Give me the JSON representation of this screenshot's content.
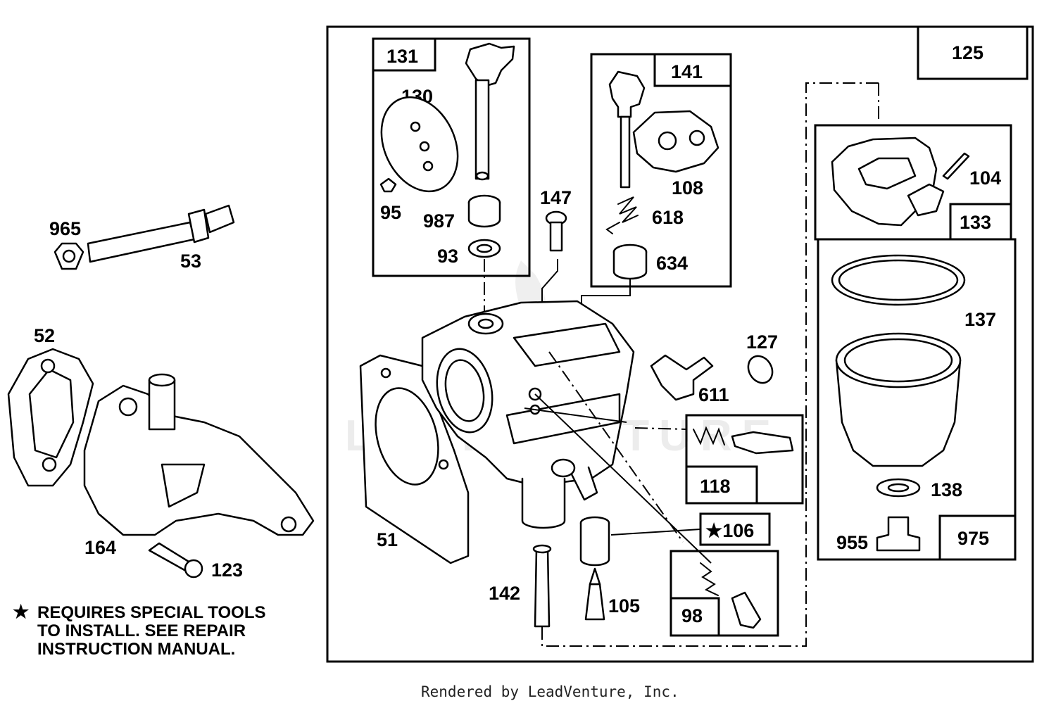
{
  "callouts": {
    "c125": "125",
    "c131": "131",
    "c130": "130",
    "c95": "95",
    "c987": "987",
    "c93": "93",
    "c141": "141",
    "c108": "108",
    "c618": "618",
    "c634": "634",
    "c147": "147",
    "c104": "104",
    "c133": "133",
    "c137": "137",
    "c138": "138",
    "c955": "955",
    "c975": "975",
    "c965": "965",
    "c53": "53",
    "c52": "52",
    "c164": "164",
    "c123": "123",
    "c51": "51",
    "c127": "127",
    "c611": "611",
    "c118": "118",
    "c106": "★106",
    "c98": "98",
    "c142": "142",
    "c105": "105"
  },
  "note": {
    "star": "★",
    "line1": "REQUIRES SPECIAL TOOLS",
    "line2": "TO INSTALL.  SEE REPAIR",
    "line3": "INSTRUCTION MANUAL."
  },
  "watermark": "LEADVENTURE",
  "footer": "Rendered by LeadVenture, Inc."
}
